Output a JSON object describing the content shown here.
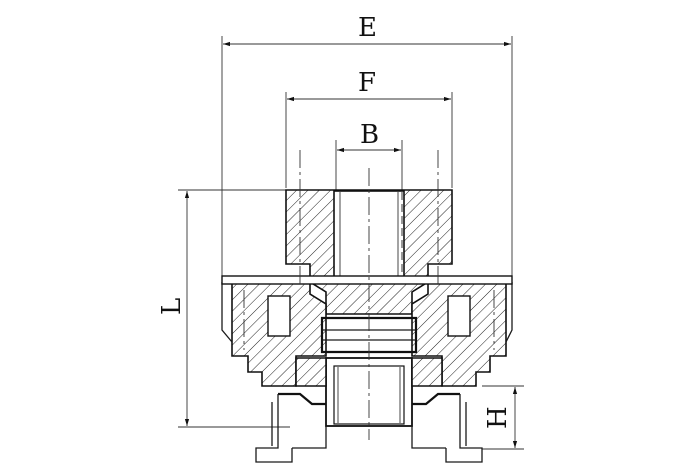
{
  "labels": {
    "E": "E",
    "F": "F",
    "B": "B",
    "L": "L",
    "H": "H"
  }
}
